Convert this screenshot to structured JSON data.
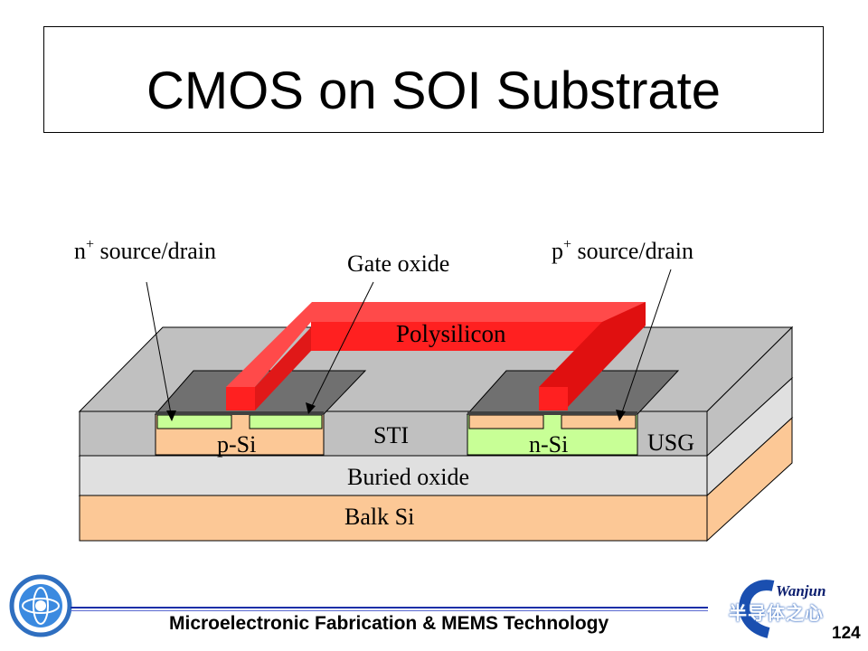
{
  "slide": {
    "title": "CMOS on SOI Substrate",
    "footer": "Microelectronic Fabrication & MEMS Technology",
    "page_number": "124",
    "watermark": "半导体之心",
    "author_logo": "Wanjun"
  },
  "diagram": {
    "callouts": {
      "n_source_drain": {
        "base": "n",
        "sup": "+",
        "rest": " source/drain"
      },
      "gate_oxide": "Gate oxide",
      "p_source_drain": {
        "base": "p",
        "sup": "+",
        "rest": " source/drain"
      }
    },
    "layers": {
      "polysilicon": "Polysilicon",
      "sti": "STI",
      "p_si": "p-Si",
      "n_si": "n-Si",
      "usg": "USG",
      "buried_oxide": "Buried oxide",
      "bulk_si": "Balk Si"
    },
    "colors": {
      "polysilicon": "#ff2020",
      "silicon": "#fcc896",
      "n_plus": "#c8ff96",
      "oxide": "#c0c0c0",
      "buried_oxide": "#e0e0e0",
      "gate_region": "#707070"
    }
  }
}
